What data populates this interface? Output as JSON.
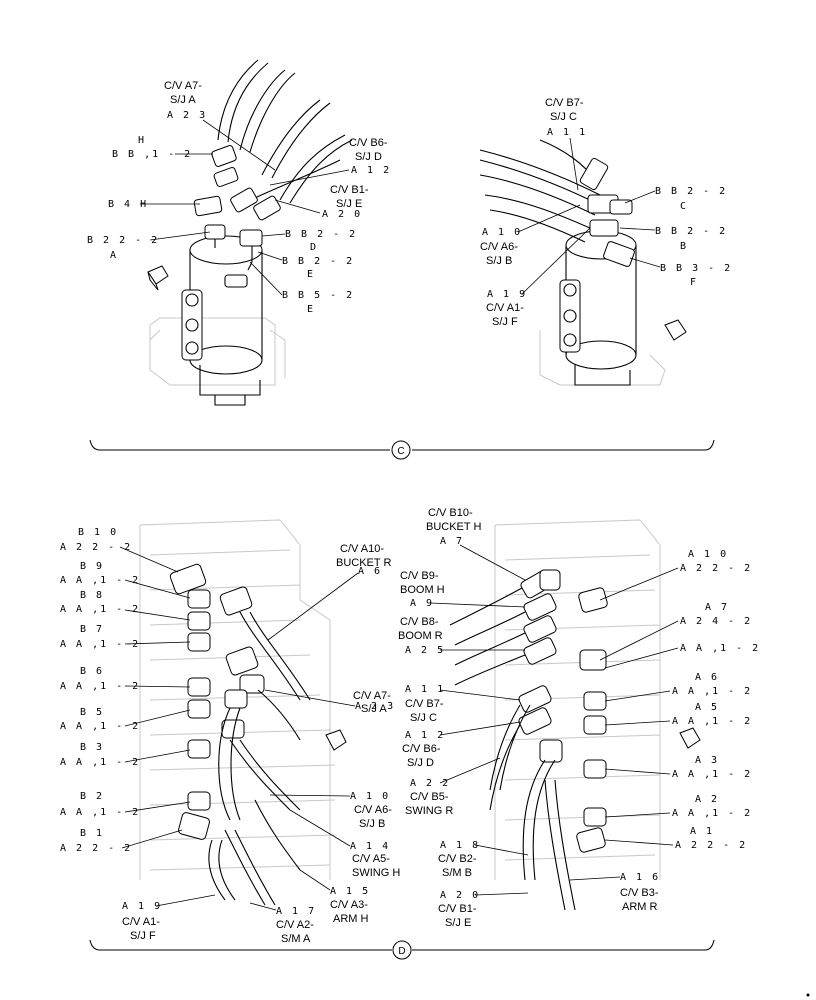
{
  "views": {
    "c": {
      "marker": "C"
    },
    "d": {
      "marker": "D"
    }
  },
  "c_left": {
    "a7": [
      "C/V A7-",
      "S/J A"
    ],
    "a7_ref": "A 2 3",
    "h": "H",
    "bb1": "B B ,1 - 2",
    "b6": [
      "C/V B6-",
      "S/J D"
    ],
    "b6_ref": "A 1 2",
    "b1": [
      "C/V B1-",
      "S/J E"
    ],
    "b1_ref": "A 2 0",
    "b4h": "B 4 H",
    "bb2a": "B 2 2 - 2",
    "a": "A",
    "bb2d": "B B 2 - 2",
    "d": "D",
    "bb2e": "B B 2 - 2",
    "e1": "E",
    "bb5e": "B B 5 - 2",
    "e2": "E"
  },
  "c_right": {
    "b7": [
      "C/V B7-",
      "S/J C"
    ],
    "b7_ref": "A 1 1",
    "bb2c": "B B 2 - 2",
    "c": "C",
    "bb2b": "B B 2 - 2",
    "b": "B",
    "bb3f": "B B 3 - 2",
    "f": "F",
    "a10_ref": "A 1 0",
    "a6": [
      "C/V A6-",
      "S/J B"
    ],
    "a19_ref": "A 1 9",
    "a1": [
      "C/V A1-",
      "S/J F"
    ]
  },
  "d_left": {
    "b10": "B 1 0",
    "a2_2a": "A 2 2 - 2",
    "b9": "B 9",
    "a1_1a": "A A ,1 - 2",
    "b8": "B 8",
    "a1_1b": "A A ,1 - 2",
    "b7": "B 7",
    "a1_1c": "A A ,1 - 2",
    "b6": "B 6",
    "a1_1d": "A A ,1 - 2",
    "b5": "B 5",
    "a1_1e": "A A ,1 - 2",
    "b3": "B 3",
    "a1_1f": "A A ,1 - 2",
    "b2": "B 2",
    "a1_1g": "A A ,1 - 2",
    "b1": "B 1",
    "a2_2b": "A 2 2 - 2",
    "a10": [
      "C/V A10-",
      "BUCKET R"
    ],
    "a10_ref": "A 6",
    "a7": [
      "C/V A7-",
      "S/J A"
    ],
    "a7_ref": "A 2 3",
    "a6": [
      "C/V A6-",
      "S/J B"
    ],
    "a6_ref": "A 1 0",
    "a5": [
      "C/V A5-",
      "SWING H"
    ],
    "a5_ref": "A 1 4",
    "a3": [
      "C/V A3-",
      "ARM H"
    ],
    "a3_ref": "A 1 5",
    "a1": [
      "C/V A1-",
      "S/J F"
    ],
    "a1_ref": "A 1 9",
    "a2": [
      "C/V A2-",
      "S/M A"
    ],
    "a2_ref": "A 1 7"
  },
  "d_right": {
    "b10": [
      "C/V B10-",
      "BUCKET H"
    ],
    "b10_ref": "A 7",
    "b9": [
      "C/V B9-",
      "BOOM H"
    ],
    "b9_ref": "A 9",
    "b8": [
      "C/V B8-",
      "BOOM R"
    ],
    "b8_ref": "A 2 5",
    "b7": [
      "C/V B7-",
      "S/J C"
    ],
    "b7_ref": "A 1 1",
    "b6": [
      "C/V B6-",
      "S/J D"
    ],
    "b6_ref": "A 1 2",
    "b5": [
      "C/V B5-",
      "SWING R"
    ],
    "b5_ref": "A 2 2",
    "b2": [
      "C/V B2-",
      "S/M B"
    ],
    "b2_ref": "A 1 8",
    "b1": [
      "C/V B1-",
      "S/J E"
    ],
    "b1_ref": "A 2 0",
    "b3": [
      "C/V B3-",
      "ARM R"
    ],
    "b3_ref": "A 1 6",
    "a10": "A 1 0",
    "a10v": "A 2 2 - 2",
    "a7": "A 7",
    "a7v": "A 2 4 - 2",
    "a_1": "A A ,1 - 2",
    "a6": "A 6",
    "a6v": "A A ,1 - 2",
    "a5": "A 5",
    "a5v": "A A ,1 - 2",
    "a3": "A 3",
    "a3v": "A A ,1 - 2",
    "a2": "A 2",
    "a2v": "A A ,1 - 2",
    "a1": "A 1",
    "a1v": "A 2 2 - 2"
  }
}
